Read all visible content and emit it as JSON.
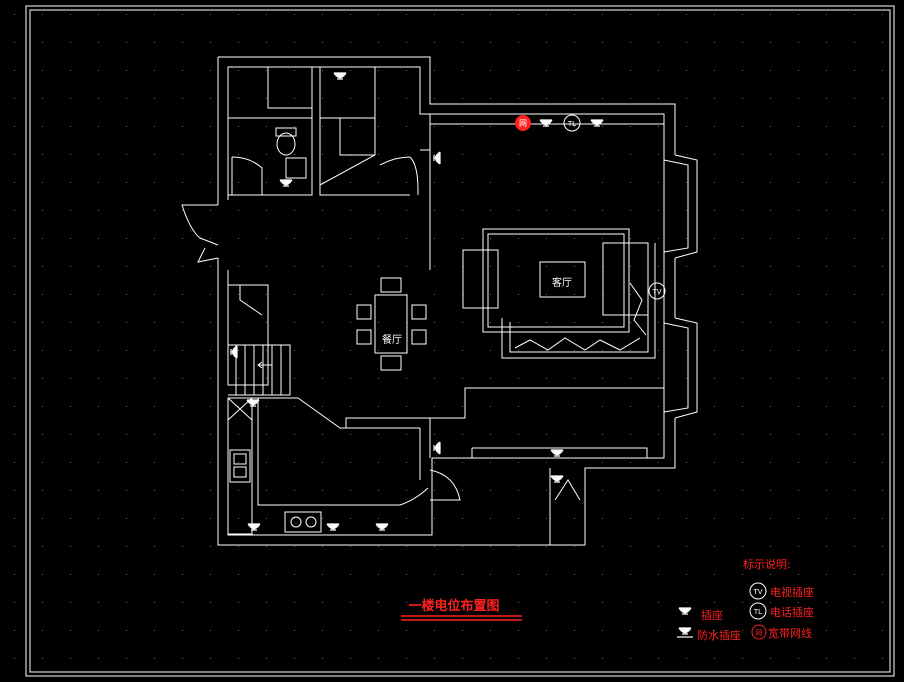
{
  "drawing": {
    "title": "一楼电位布置图",
    "rooms": {
      "living_room": "客厅",
      "dining_room": "餐厅"
    },
    "symbols": {
      "tv": "TV",
      "tel": "TL",
      "net": "网"
    },
    "wall_labels": {
      "tv": "TV",
      "tel": "TL"
    }
  },
  "legend": {
    "heading": "标示说明:",
    "socket": "插座",
    "waterproof_socket": "防水插座",
    "tv_socket": "电视插座",
    "phone_socket": "电话插座",
    "network": "宽带网线"
  },
  "colors": {
    "background": "#000000",
    "lines": "#ffffff",
    "annotation": "#ff2020",
    "grid_dot": "#6a6a6a"
  }
}
